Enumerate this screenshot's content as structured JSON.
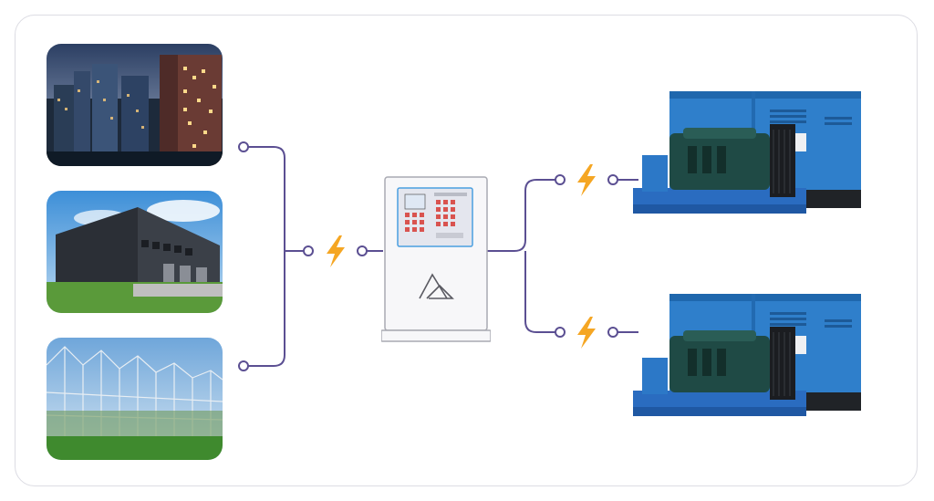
{
  "diagram": {
    "consumers": [
      {
        "id": "residential",
        "icon": "residential-buildings-photo"
      },
      {
        "id": "industrial",
        "icon": "warehouse-photo"
      },
      {
        "id": "agricultural",
        "icon": "greenhouse-photo"
      }
    ],
    "controller": {
      "icon": "control-cabinet",
      "panel_icon": "controller-display",
      "logo": "brand-logo"
    },
    "generators": [
      {
        "id": "generator-1",
        "icon": "diesel-generator"
      },
      {
        "id": "generator-2",
        "icon": "diesel-generator"
      }
    ],
    "colors": {
      "line": "#5b4f92",
      "bolt": "#f5a623",
      "panel_border": "#4a9fe0",
      "generator_blue": "#2f7fcb",
      "engine_green": "#1f4a45",
      "frame_border": "#dcdce3"
    }
  }
}
